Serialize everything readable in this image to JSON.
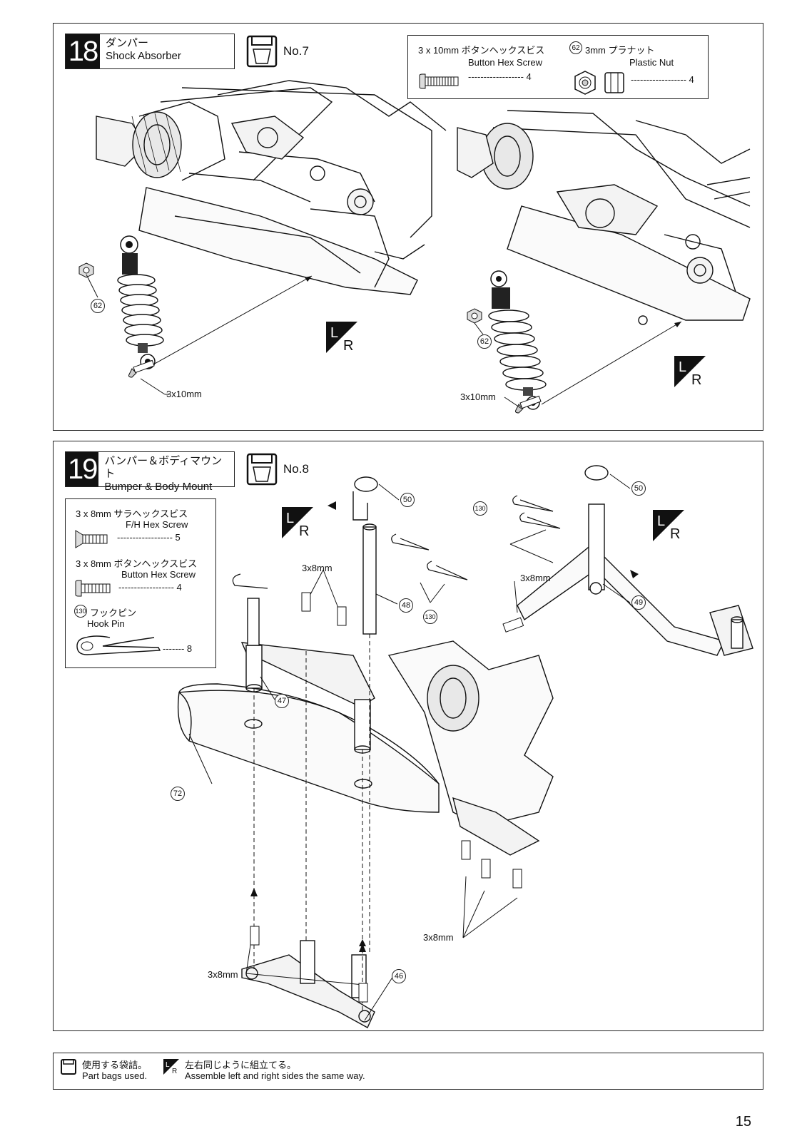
{
  "steps": [
    {
      "number": "18",
      "title_jp": "ダンパー",
      "title_en": "Shock Absorber",
      "bag": "No.7",
      "parts": {
        "screw_jp": "3 x 10mm ボタンヘックスビス",
        "screw_en": "Button Hex Screw",
        "screw_qty": "4",
        "nut_num": "62",
        "nut_jp": "3mm プラナット",
        "nut_en": "Plastic Nut",
        "nut_qty": "4"
      },
      "callouts": {
        "nut_left": "62",
        "nut_right": "62",
        "screw_left": "3x10mm",
        "screw_right": "3x10mm"
      }
    },
    {
      "number": "19",
      "title_jp": "バンパー＆ボディマウント",
      "title_en": "Bumper & Body Mount",
      "bag": "No.8",
      "parts": {
        "flat_jp": "3 x 8mm サラヘックスビス",
        "flat_en": "F/H Hex Screw",
        "flat_qty": "5",
        "button_jp": "3 x 8mm ボタンヘックスビス",
        "button_en": "Button Hex Screw",
        "button_qty": "4",
        "pin_num": "130",
        "pin_jp": "フックピン",
        "pin_en": "Hook Pin",
        "pin_qty": "8"
      },
      "callouts": {
        "p50a": "50",
        "p50b": "50",
        "p48": "48",
        "p49": "49",
        "p130a": "130",
        "p130b": "130",
        "p47": "47",
        "p72": "72",
        "p46": "46",
        "s1": "3x8mm",
        "s2": "3x8mm",
        "s3": "3x8mm",
        "s4": "3x8mm"
      }
    }
  ],
  "legend": {
    "bag_jp": "使用する袋詰。",
    "bag_en": "Part bags used.",
    "lr_jp": "左右同じように組立てる。",
    "lr_en": "Assemble left and right sides the same way."
  },
  "lr_mark": {
    "l": "L",
    "r": "R"
  },
  "page_number": "15"
}
